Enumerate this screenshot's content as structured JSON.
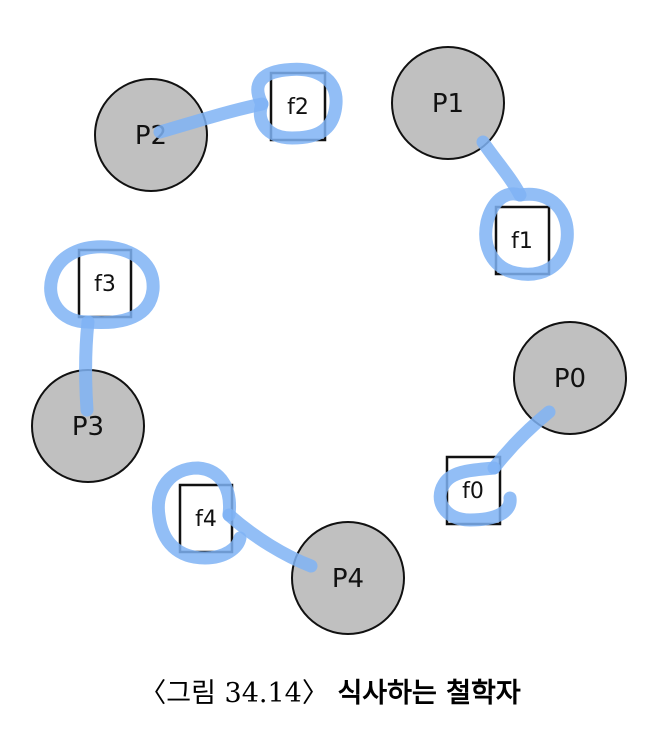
{
  "philosophers": [
    {
      "id": "p0",
      "label": "P0"
    },
    {
      "id": "p1",
      "label": "P1"
    },
    {
      "id": "p2",
      "label": "P2"
    },
    {
      "id": "p3",
      "label": "P3"
    },
    {
      "id": "p4",
      "label": "P4"
    }
  ],
  "forks": [
    {
      "id": "f0",
      "label": "f0"
    },
    {
      "id": "f1",
      "label": "f1"
    },
    {
      "id": "f2",
      "label": "f2"
    },
    {
      "id": "f3",
      "label": "f3"
    },
    {
      "id": "f4",
      "label": "f4"
    }
  ],
  "colors": {
    "philosopher_fill": "#c0c0c0",
    "outline": "#111111",
    "annotation": "#7fb3f5"
  },
  "caption": {
    "prefix": "〈그림 34.14〉",
    "title": "식사하는 철학자"
  }
}
